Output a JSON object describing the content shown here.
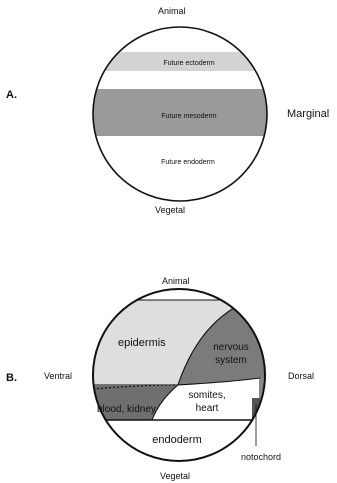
{
  "panel_a": {
    "label": "A.",
    "top_label": "Animal",
    "bottom_label": "Vegetal",
    "side_label": "Marginal",
    "bands": {
      "ectoderm": "Future ectoderm",
      "mesoderm": "Future mesoderm",
      "endoderm": "Future endoderm"
    }
  },
  "panel_b": {
    "label": "B.",
    "top_label": "Animal",
    "bottom_label": "Vegetal",
    "left_label": "Ventral",
    "right_label": "Dorsal",
    "regions": {
      "epidermis": "epidermis",
      "nervous_line1": "nervous",
      "nervous_line2": "system",
      "blood_kidney": "blood, kidney",
      "somites_line1": "somites,",
      "somites_line2": "heart",
      "endoderm": "endoderm",
      "notochord": "notochord"
    }
  },
  "colors": {
    "band_light": "#d3d3d3",
    "band_mid": "#9a9a9a",
    "nervous": "#7b7b7b",
    "blood": "#6f6f6f",
    "epidermis": "#dedede",
    "outline": "#111111"
  }
}
